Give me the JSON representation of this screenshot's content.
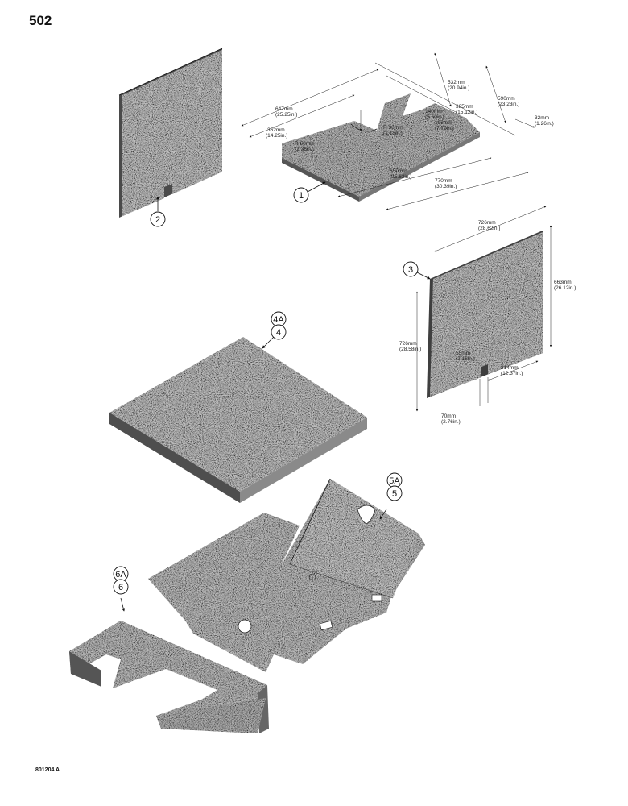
{
  "page": {
    "number": "502",
    "footer_code": "801204 A"
  },
  "parts": {
    "p1": {
      "callout": "1"
    },
    "p2": {
      "callout": "2"
    },
    "p3": {
      "callout": "3"
    },
    "p4": {
      "callout": "4",
      "alt_callout": "4A"
    },
    "p5": {
      "callout": "5",
      "alt_callout": "5A"
    },
    "p6": {
      "callout": "6",
      "alt_callout": "6A"
    }
  },
  "dimensions": {
    "d647": {
      "mm": "647mm",
      "in": "(25.25in.)"
    },
    "d362": {
      "mm": "362mm",
      "in": "(14.25in.)"
    },
    "dR60": {
      "mm": "R 60mm",
      "in": "(2.36in.)"
    },
    "dR30": {
      "mm": "R 30mm",
      "in": "(1.18in.)"
    },
    "d532": {
      "mm": "532mm",
      "in": "(20.94in.)"
    },
    "d590": {
      "mm": "590mm",
      "in": "(23.23in.)"
    },
    "d140": {
      "mm": "140mm",
      "in": "(5.50in.)"
    },
    "d385": {
      "mm": "385mm",
      "in": "(15.12in.)"
    },
    "d198": {
      "mm": "198mm",
      "in": "(7.79in.)"
    },
    "d32": {
      "mm": "32mm",
      "in": "(1.26in.)"
    },
    "d650": {
      "mm": "650mm",
      "in": "(25.62in.)"
    },
    "d770": {
      "mm": "770mm",
      "in": "(30.39in.)"
    },
    "d726top": {
      "mm": "726mm",
      "in": "(28.62in.)"
    },
    "d663": {
      "mm": "663mm",
      "in": "(26.12in.)"
    },
    "d726side": {
      "mm": "726mm",
      "in": "(28.58in.)"
    },
    "d55": {
      "mm": "55mm",
      "in": "(2.16in.)"
    },
    "d314": {
      "mm": "314mm",
      "in": "(12.37in.)"
    },
    "d70": {
      "mm": "70mm",
      "in": "(2.76in.)"
    }
  },
  "colors": {
    "material_light": "#bdbdbd",
    "material_dark": "#5c5c5c",
    "ink": "#111111"
  }
}
